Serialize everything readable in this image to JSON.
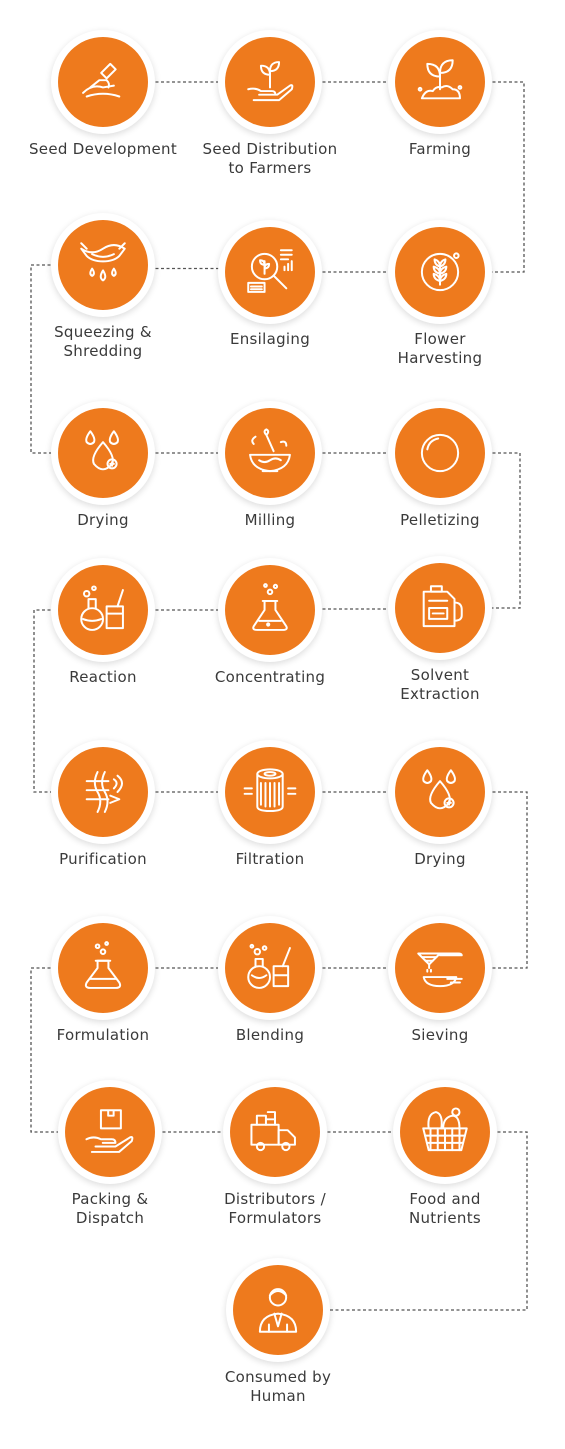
{
  "accent_color": "#ee7a1d",
  "connector_color": "#555555",
  "steps": [
    {
      "id": "seed-development",
      "lines": [
        "Seed Development"
      ],
      "icon": "hand-planting-seed-icon"
    },
    {
      "id": "seed-distribution",
      "lines": [
        "Seed Distribution",
        "to Farmers"
      ],
      "icon": "hand-holding-sprout-icon"
    },
    {
      "id": "farming",
      "lines": [
        "Farming"
      ],
      "icon": "sprout-in-soil-icon"
    },
    {
      "id": "flower-harvesting",
      "lines": [
        "Flower",
        "Harvesting"
      ],
      "icon": "grain-flower-badge-icon"
    },
    {
      "id": "ensilaging",
      "lines": [
        "Ensilaging"
      ],
      "icon": "magnified-grain-chart-icon"
    },
    {
      "id": "squeezing-shredding",
      "lines": [
        "Squeezing &",
        "Shredding"
      ],
      "icon": "wrung-cloth-drops-icon"
    },
    {
      "id": "drying-1",
      "lines": [
        "Drying"
      ],
      "icon": "water-drops-icon"
    },
    {
      "id": "milling",
      "lines": [
        "Milling"
      ],
      "icon": "mortar-pestle-icon"
    },
    {
      "id": "pelletizing",
      "lines": [
        "Pelletizing"
      ],
      "icon": "pellet-sphere-icon"
    },
    {
      "id": "solvent-extraction",
      "lines": [
        "Solvent",
        "Extraction"
      ],
      "icon": "solvent-canister-icon"
    },
    {
      "id": "concentrating",
      "lines": [
        "Concentrating"
      ],
      "icon": "conical-flask-icon"
    },
    {
      "id": "reaction",
      "lines": [
        "Reaction"
      ],
      "icon": "flask-beaker-reaction-icon"
    },
    {
      "id": "purification",
      "lines": [
        "Purification"
      ],
      "icon": "purifier-wave-icon"
    },
    {
      "id": "filtration",
      "lines": [
        "Filtration"
      ],
      "icon": "filter-cartridge-icon"
    },
    {
      "id": "drying-2",
      "lines": [
        "Drying"
      ],
      "icon": "water-drops-icon"
    },
    {
      "id": "sieving",
      "lines": [
        "Sieving"
      ],
      "icon": "sieve-bowl-icon"
    },
    {
      "id": "blending",
      "lines": [
        "Blending"
      ],
      "icon": "flask-beaker-blend-icon"
    },
    {
      "id": "formulation",
      "lines": [
        "Formulation"
      ],
      "icon": "bubbling-flask-icon"
    },
    {
      "id": "packing-dispatch",
      "lines": [
        "Packing &",
        "Dispatch"
      ],
      "icon": "hand-holding-box-icon"
    },
    {
      "id": "distributors",
      "lines": [
        "Distributors /",
        "Formulators"
      ],
      "icon": "delivery-truck-icon"
    },
    {
      "id": "food-nutrients",
      "lines": [
        "Food and",
        "Nutrients"
      ],
      "icon": "food-basket-icon"
    },
    {
      "id": "consumed-by-human",
      "lines": [
        "Consumed by",
        "Human"
      ],
      "icon": "person-icon"
    }
  ]
}
